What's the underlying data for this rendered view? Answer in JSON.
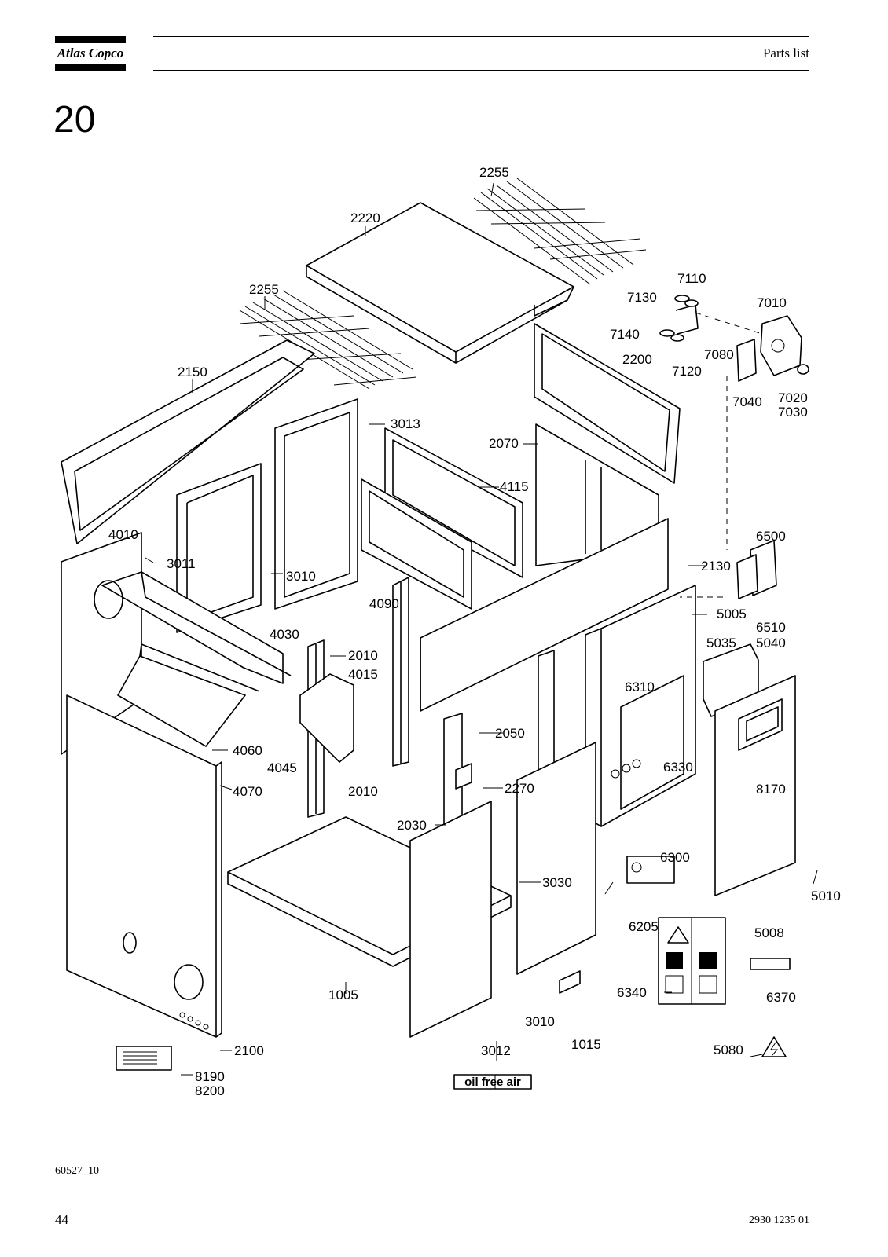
{
  "header": {
    "brand": "Atlas Copco",
    "title": "Parts list"
  },
  "section_number": "20",
  "drawing_ref": "60527_10",
  "footer": {
    "page_number": "44",
    "document_number": "2930 1235 01"
  },
  "callouts": [
    "2255",
    "2220",
    "2255",
    "7110",
    "7130",
    "7010",
    "7140",
    "7080",
    "7120",
    "2200",
    "7040",
    "7020",
    "7030",
    "2150",
    "3013",
    "2070",
    "4115",
    "4010",
    "3011",
    "3010",
    "6500",
    "2130",
    "4090",
    "6510",
    "5005",
    "5040",
    "4030",
    "2010",
    "5035",
    "4015",
    "6310",
    "2050",
    "4060",
    "4045",
    "6330",
    "4070",
    "2010",
    "2270",
    "8170",
    "2030",
    "6300",
    "3030",
    "5010",
    "6205",
    "5008",
    "1005",
    "6340",
    "6370",
    "3010",
    "1015",
    "2100",
    "3012",
    "5080",
    "8190",
    "8200"
  ],
  "decal_text": "oil free air",
  "icons": {
    "brand_logo": "atlas-copco-logo",
    "warning": "electric-hazard-warning-icon"
  }
}
